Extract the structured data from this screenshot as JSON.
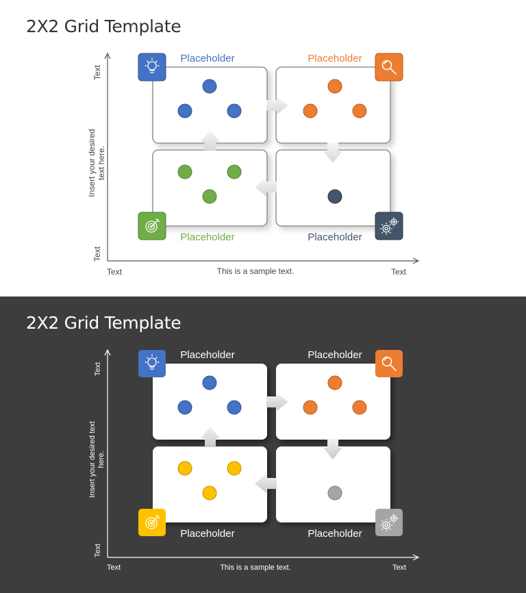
{
  "colors": {
    "blue": "#4472c4",
    "orange": "#ed7d31",
    "green": "#70ad47",
    "navy": "#44546a",
    "yellow": "#ffc000",
    "gray": "#a5a5a5",
    "dark_background": "#3d3d3d"
  },
  "slides": [
    {
      "theme": "light",
      "title": "2X2 Grid Template",
      "y_axis_label": "Insert your desired text here.",
      "y_top_label": "Text",
      "y_bottom_label": "Text",
      "x_left_label": "Text",
      "x_center_label": "This is a sample text.",
      "x_right_label": "Text",
      "quadrants": [
        {
          "position": "top-left",
          "label": "Placeholder",
          "icon": "lightbulb-icon",
          "color": "#4472c4",
          "dots": 3
        },
        {
          "position": "top-right",
          "label": "Placeholder",
          "icon": "magnifier-icon",
          "color": "#ed7d31",
          "dots": 3
        },
        {
          "position": "bottom-right",
          "label": "Placeholder",
          "icon": "gears-icon",
          "color": "#44546a",
          "dots": 1
        },
        {
          "position": "bottom-left",
          "label": "Placeholder",
          "icon": "target-icon",
          "color": "#70ad47",
          "dots": 3
        }
      ]
    },
    {
      "theme": "dark",
      "title": "2X2 Grid Template",
      "y_axis_label": "Insert your desired text here.",
      "y_top_label": "Text",
      "y_bottom_label": "Text",
      "x_left_label": "Text",
      "x_center_label": "This is a sample text.",
      "x_right_label": "Text",
      "quadrants": [
        {
          "position": "top-left",
          "label": "Placeholder",
          "icon": "lightbulb-icon",
          "color": "#4472c4",
          "dots": 3
        },
        {
          "position": "top-right",
          "label": "Placeholder",
          "icon": "magnifier-icon",
          "color": "#ed7d31",
          "dots": 3
        },
        {
          "position": "bottom-right",
          "label": "Placeholder",
          "icon": "gears-icon",
          "color": "#a5a5a5",
          "dots": 1
        },
        {
          "position": "bottom-left",
          "label": "Placeholder",
          "icon": "target-icon",
          "color": "#ffc000",
          "dots": 3
        }
      ]
    }
  ]
}
